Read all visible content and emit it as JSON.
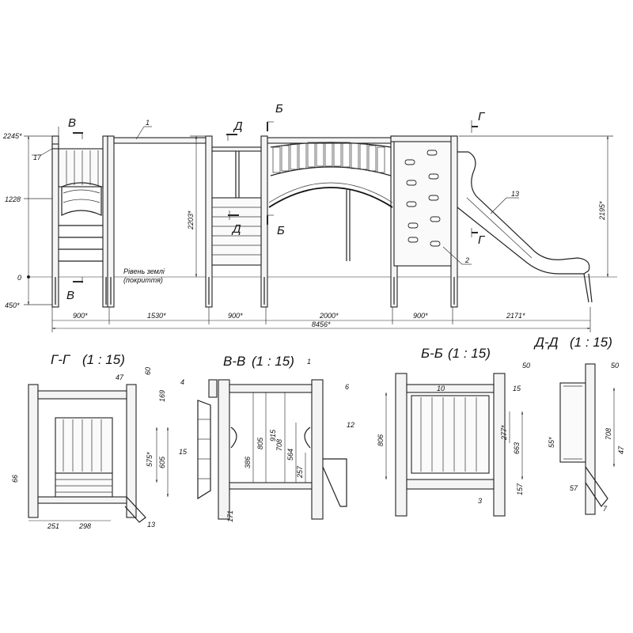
{
  "main_view": {
    "height_labels": [
      "2245*",
      "1228",
      "0",
      "450*"
    ],
    "dim_2203": "2203*",
    "dim_2195": "2195*",
    "bottom_dims": [
      "900*",
      "1530*",
      "900*",
      "2000*",
      "900*",
      "2171*"
    ],
    "total_length": "8456*",
    "ground_level_line1": "Рівень землі",
    "ground_level_line2": "(покриття)",
    "section_marks": {
      "v_top": "В",
      "v_bottom": "В",
      "d_top": "Д",
      "d_bottom": "Д",
      "b_top": "Б",
      "b_bottom": "Б",
      "g_top": "Г",
      "g_bottom": "Г"
    },
    "callouts": {
      "c1": "1",
      "c17": "17",
      "c13": "13",
      "c2": "2"
    }
  },
  "section_gg": {
    "title": "Г-Г",
    "scale": "(1 : 15)",
    "dims": {
      "d47": "47",
      "d60": "60",
      "d169": "169",
      "d575": "575*",
      "d605": "605",
      "d66": "66",
      "d251": "251",
      "d298": "298"
    },
    "callouts": {
      "c13": "13"
    }
  },
  "section_vv": {
    "title": "В-В",
    "scale": "(1 : 15)",
    "dims": {
      "d915": "915",
      "d805": "805",
      "d386": "386",
      "d708": "708",
      "d564": "564",
      "d257": "257",
      "d171": "171"
    },
    "callouts": {
      "c1": "1",
      "c4": "4",
      "c6": "6",
      "c15": "15",
      "c12": "12"
    }
  },
  "section_bb": {
    "title": "Б-Б",
    "scale": "(1 : 15)",
    "dims": {
      "d50": "50",
      "d806": "806",
      "d277": "277*",
      "d663": "663",
      "d157": "157"
    },
    "callouts": {
      "c10": "10",
      "c15": "15",
      "c3": "3"
    }
  },
  "section_dd": {
    "title": "Д-Д",
    "scale": "(1 : 15)",
    "dims": {
      "d50": "50",
      "d708": "708",
      "d55": "55*",
      "d47": "47",
      "d57": "57"
    },
    "callouts": {
      "c7": "7"
    }
  }
}
